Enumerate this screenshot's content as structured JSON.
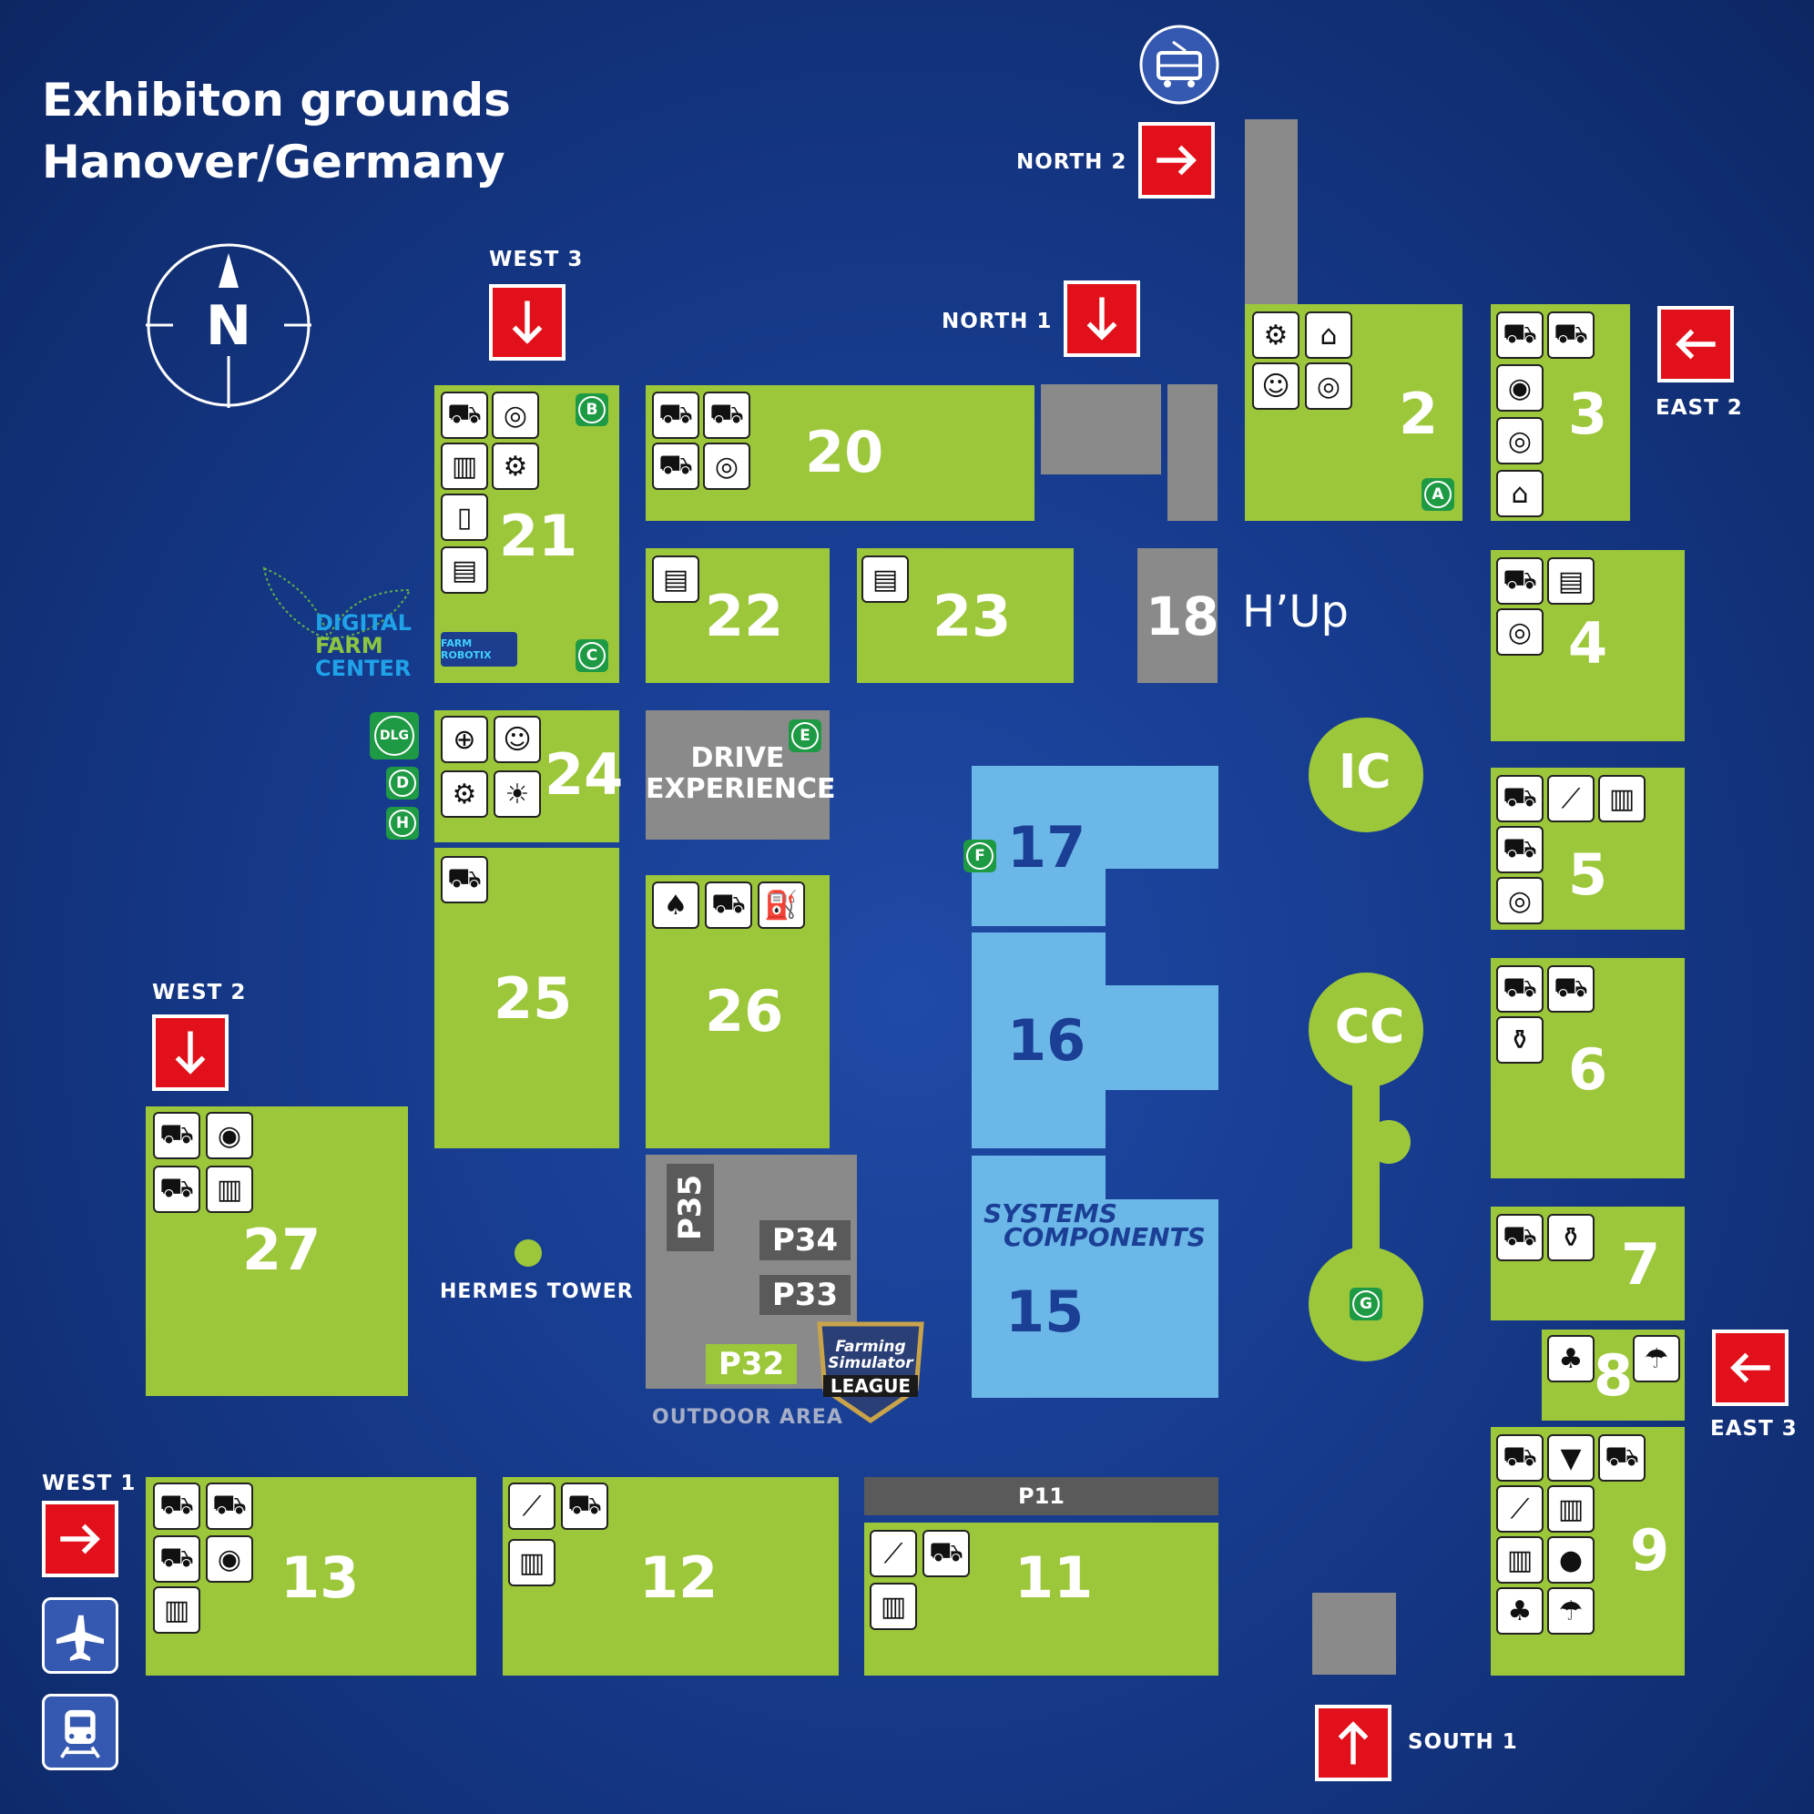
{
  "title": {
    "line1": "Exhibiton grounds",
    "line2": "Hanover/Germany"
  },
  "compass": {
    "letter": "N"
  },
  "entrances": {
    "north2": "NORTH 2",
    "north1": "NORTH 1",
    "west3": "WEST 3",
    "west2": "WEST 2",
    "west1": "WEST 1",
    "east2": "EAST 2",
    "east3": "EAST 3",
    "south1": "SOUTH 1"
  },
  "halls": {
    "h2": "2",
    "h3": "3",
    "h4": "4",
    "h5": "5",
    "h6": "6",
    "h7": "7",
    "h8": "8",
    "h9": "9",
    "h11": "11",
    "h12": "12",
    "h13": "13",
    "h15": "15",
    "h16": "16",
    "h17": "17",
    "h18": "18",
    "h20": "20",
    "h21": "21",
    "h22": "22",
    "h23": "23",
    "h24": "24",
    "h25": "25",
    "h26": "26",
    "h27": "27"
  },
  "labels": {
    "hup": "H’Up",
    "ic": "IC",
    "cc": "CC",
    "drive1": "DRIVE",
    "drive2": "EXPERIENCE",
    "hermes": "HERMES TOWER",
    "outdoor": "OUTDOOR AREA",
    "systems1": "SYSTEMS",
    "systems2": "COMPONENTS",
    "digital1": "DIGITAL",
    "digital2": "FARM",
    "digital3": "CENTER",
    "farmrobotix": "FARM ROBOTIX",
    "dlg": "DLG",
    "fsl1": "Farming",
    "fsl2": "Simulator",
    "fsl3": "LEAGUE"
  },
  "parking": {
    "p11": "P11",
    "p32": "P32",
    "p33": "P33",
    "p34": "P34",
    "p35": "P35"
  },
  "badges": {
    "a": "A",
    "b": "B",
    "c": "C",
    "d": "D",
    "e": "E",
    "f": "F",
    "g": "G",
    "h": "H"
  },
  "colors": {
    "hall": "#9dc73a",
    "blue_hall": "#6bb7e8",
    "gray": "#8a8a8a",
    "entrance": "#e2101a",
    "background": "#163a8c"
  }
}
